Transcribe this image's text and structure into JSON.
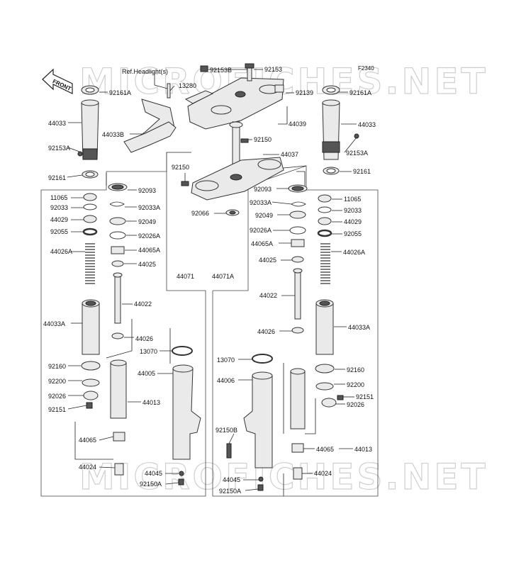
{
  "diagram_code": "F2340",
  "watermark_text": "MICROFICHES.NET",
  "ref_note": "Ref.Headlight(s)",
  "front_arrow": "FRONT",
  "center_labels": {
    "l92153B": "92153B",
    "l92153": "92153",
    "l13280": "13280",
    "l92139": "92139",
    "l44039": "44039",
    "l92150_top": "92150",
    "l44037": "44037",
    "l92150_left": "92150",
    "l92066": "92066",
    "l44071": "44071",
    "l44071A": "44071A",
    "l44033B": "44033B"
  },
  "left_labels": {
    "l92161A": "92161A",
    "l44033": "44033",
    "l92153A": "92153A",
    "l92161": "92161",
    "l92093": "92093",
    "l11065": "11065",
    "l92033": "92033",
    "l92033A": "92033A",
    "l44029": "44029",
    "l92049": "92049",
    "l92055": "92055",
    "l92026A": "92026A",
    "l44065A": "44065A",
    "l44026A": "44026A",
    "l44025": "44025",
    "l44022": "44022",
    "l44033A": "44033A",
    "l44026": "44026",
    "l13070": "13070",
    "l92160": "92160",
    "l44005": "44005",
    "l92200": "92200",
    "l92026": "92026",
    "l44013": "44013",
    "l92151": "92151",
    "l44065": "44065",
    "l44024": "44024",
    "l44045": "44045",
    "l92150A": "92150A"
  },
  "right_labels": {
    "l92161A": "92161A",
    "l44033": "44033",
    "l92153A": "92153A",
    "l92161": "92161",
    "l92093": "92093",
    "l11065": "11065",
    "l92033": "92033",
    "l92033A": "92033A",
    "l44029": "44029",
    "l92049": "92049",
    "l92055": "92055",
    "l92026A": "92026A",
    "l44065A": "44065A",
    "l44026A": "44026A",
    "l44025": "44025",
    "l44022": "44022",
    "l44033A": "44033A",
    "l44026": "44026",
    "l13070": "13070",
    "l92160": "92160",
    "l44006": "44006",
    "l92200": "92200",
    "l92151": "92151",
    "l92026": "92026",
    "l92150B": "92150B",
    "l44065": "44065",
    "l44013": "44013",
    "l44024": "44024",
    "l44045": "44045",
    "l92150A": "92150A"
  }
}
